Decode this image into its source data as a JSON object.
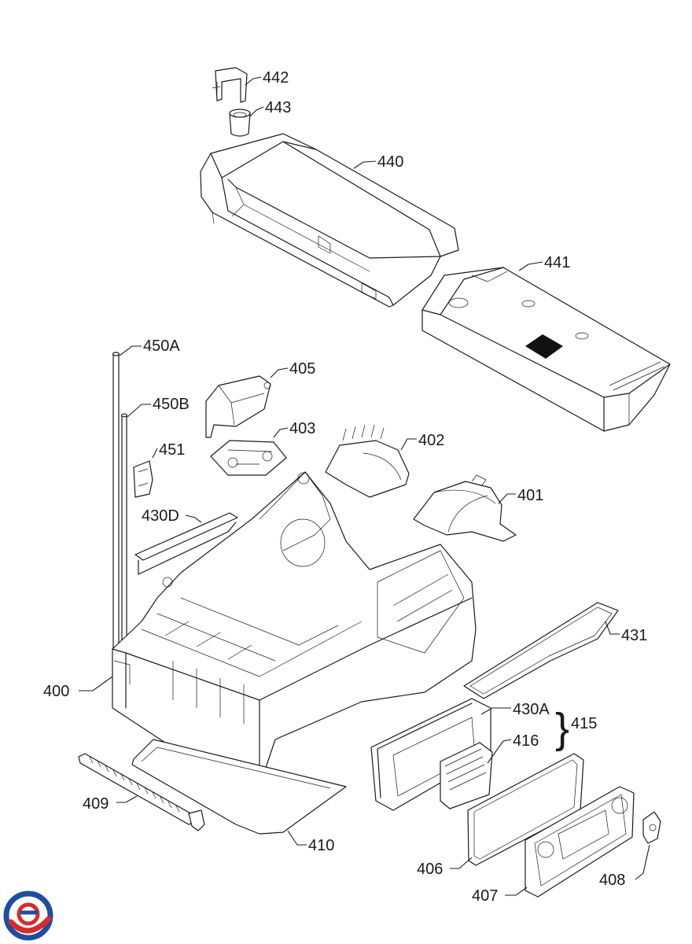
{
  "labels": {
    "p442": "442",
    "p443": "443",
    "p440": "440",
    "p441": "441",
    "p450a": "450A",
    "p450b": "450B",
    "p405": "405",
    "p403": "403",
    "p402": "402",
    "p451": "451",
    "p401": "401",
    "p430d": "430D",
    "p431": "431",
    "p400": "400",
    "p430a": "430A",
    "p415": "415",
    "p416": "416",
    "p409": "409",
    "p410": "410",
    "p406": "406",
    "p407": "407",
    "p408": "408"
  },
  "brace_glyph": "}",
  "colors": {
    "line": "#1a1a1a",
    "logo_blue": "#1f4e9c",
    "logo_red": "#d62b2b"
  }
}
